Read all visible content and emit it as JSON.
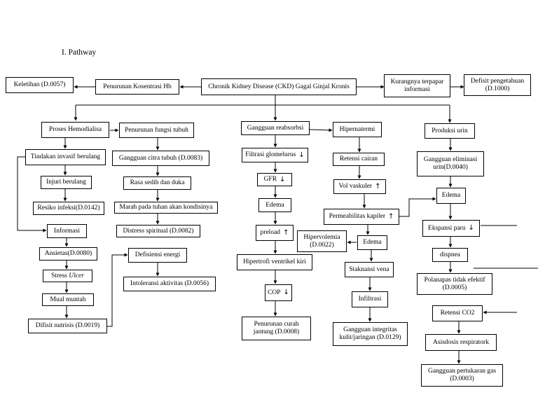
{
  "title": "I. Pathway",
  "nodes": {
    "keletihan": "Keletihan (D.0057)",
    "penurunan_hb": "Penurunan Kosentrasi Hb",
    "ckd": "Chronik Kidney Disease (CKD) Gagal Ginjal Kronis",
    "kurangnya_info": "Kurangnya terpapar\ninformasi",
    "defisit_pengetahuan": "Defisit pengetahuan\n(D.1000)",
    "proses_hemodialisa": "Proses Hemodialisa",
    "penurunan_fungsi": "Penurunan fungsi tubuh",
    "gangguan_reabsorbsi": "Gangguan reabsorbsi",
    "hipernatermi": "Hipernatermi",
    "produksi_urin": "Produksi urin",
    "tindakan_invasif": "Tindakan invasif berulang",
    "gangguan_citra": "Gangguan citra tubuh (D.0083)",
    "filtrasi_glomelurus": "Filtrasi glomelurus",
    "retensi_cairan": "Retensi cairan",
    "gangguan_eliminasi": "Gangguan eliminasi\nurin(D.0040)",
    "injuri_berulang": "Injuri berulang",
    "rasa_sedih": "Rasa sedih dan duka",
    "gfr": "GFR",
    "vol_vaskuler": "Vol vaskuler",
    "edema_right": "Edema",
    "resiko_infeksi": "Resiko infeksi(D.0142)",
    "marah": "Marah pada tuhan akan kondisinya",
    "edema_mid": "Edema",
    "permeabilitas": "Permeabilitas kapiler",
    "informasi": "Informasi",
    "distress": "Distress spiritual (D.0082)",
    "preload": "preload",
    "hipervolemia": "Hipervolemia\n(D.0022)",
    "edema_lower": "Edema",
    "ekspansi_paru": "Ekspansi paru",
    "ansietas": "Ansietas(D.0080)",
    "defisiensi_energi": "Defisiensi energi",
    "hipertrofi": "Hipertrofi ventrikel kiri",
    "dispnea": "dispnea",
    "stress": "Stress",
    "stress_italic": "Ulcer",
    "stagnansi": "Staknansi vena",
    "intoleransi": "Intoleransi aktivitas (D.0056)",
    "polanapas": "Polanapas tidak efektif\n(D.0005)",
    "cop": "COP",
    "mual_muntah": "Mual muntah",
    "infiltrasi": "Infiltrasi",
    "retensi_co2": "Retensi CO2",
    "difisit_nutrisis": "Difisit nutrisis (D.0019)",
    "penurunan_curah": "Penurunan curah\njantung (D.0008)",
    "gangguan_integritas": "Gangguan integritas\nkulit/jaringan (D.0129)",
    "asisdosis": "Asisdosis respiratork",
    "gangguan_pertukaran": "Gangguan pertukaran gas\n(D.0003)"
  },
  "indicators": {
    "down": "↓",
    "up": "↑"
  }
}
